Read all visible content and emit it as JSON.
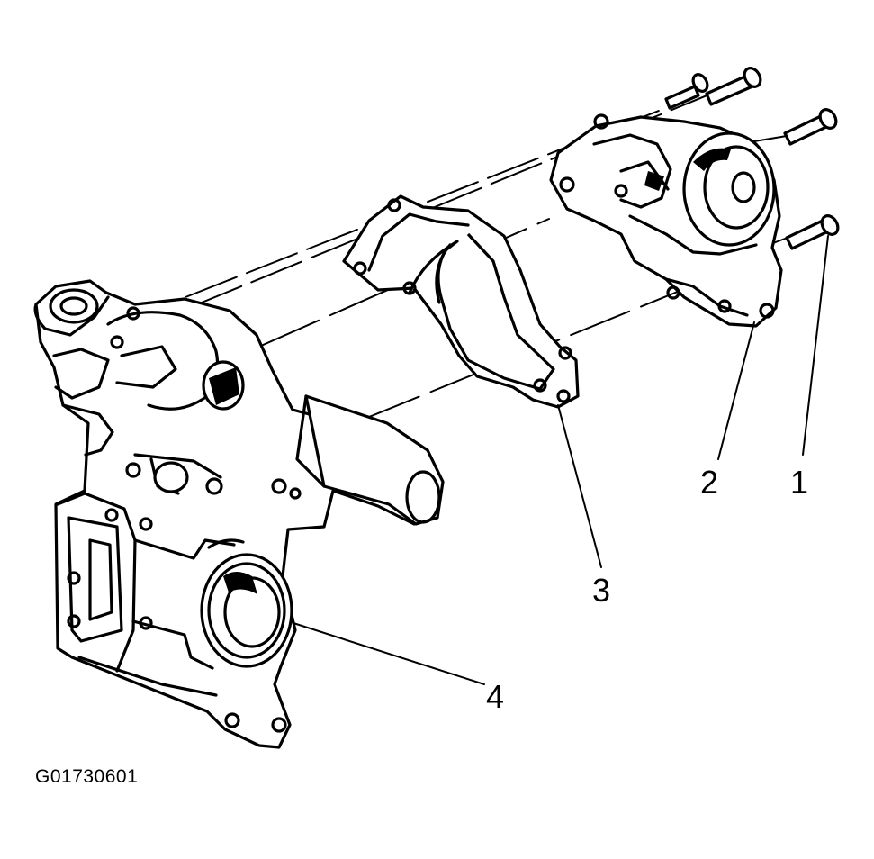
{
  "figure": {
    "id": "G01730601",
    "callouts": [
      {
        "number": "1"
      },
      {
        "number": "2"
      },
      {
        "number": "3"
      },
      {
        "number": "4"
      }
    ]
  }
}
